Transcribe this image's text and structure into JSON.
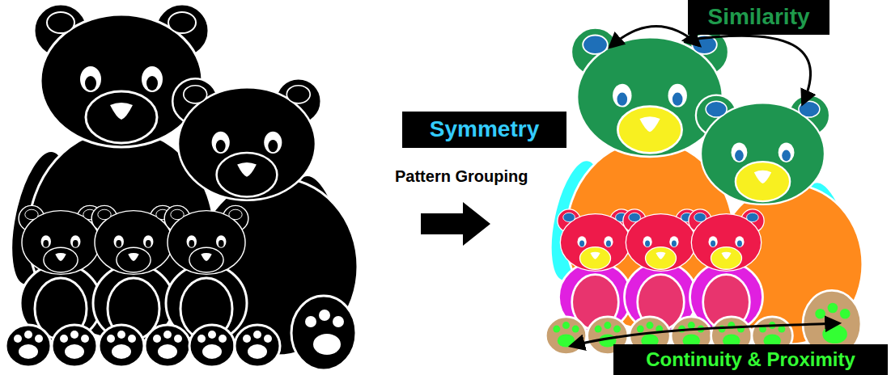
{
  "diagram": {
    "nodes": [
      {
        "text": [
          "Similarity"
        ]
      },
      {
        "text": [
          "Symmetry"
        ]
      },
      {
        "text": [
          "Continuity & Proximity"
        ]
      }
    ],
    "labels": [
      "Pattern Grouping"
    ]
  }
}
